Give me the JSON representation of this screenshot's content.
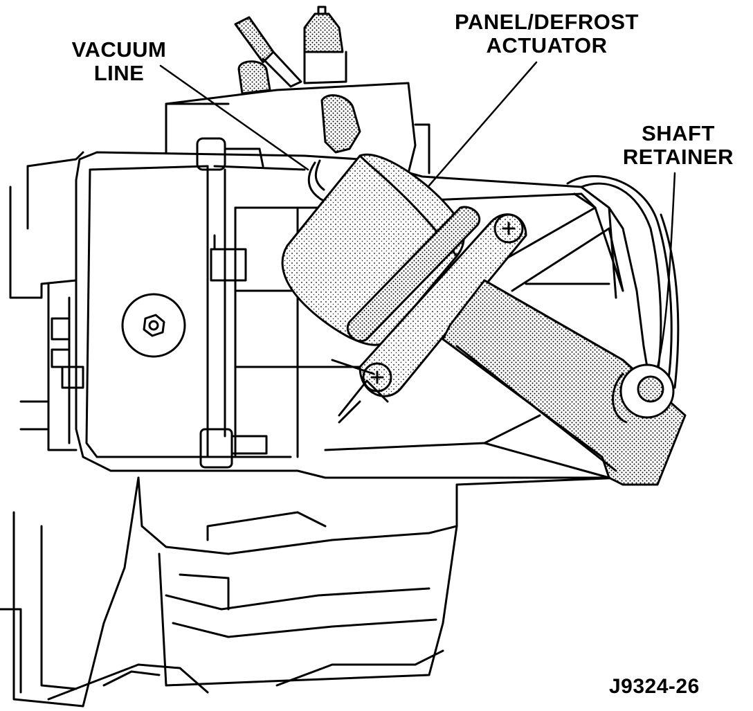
{
  "labels": {
    "vacuum_line": [
      "VACUUM",
      "LINE"
    ],
    "panel_defrost_actuator": [
      "PANEL/DEFROST",
      "ACTUATOR"
    ],
    "shaft_retainer": [
      "SHAFT",
      "RETAINER"
    ]
  },
  "figure_id": "J9324-26"
}
